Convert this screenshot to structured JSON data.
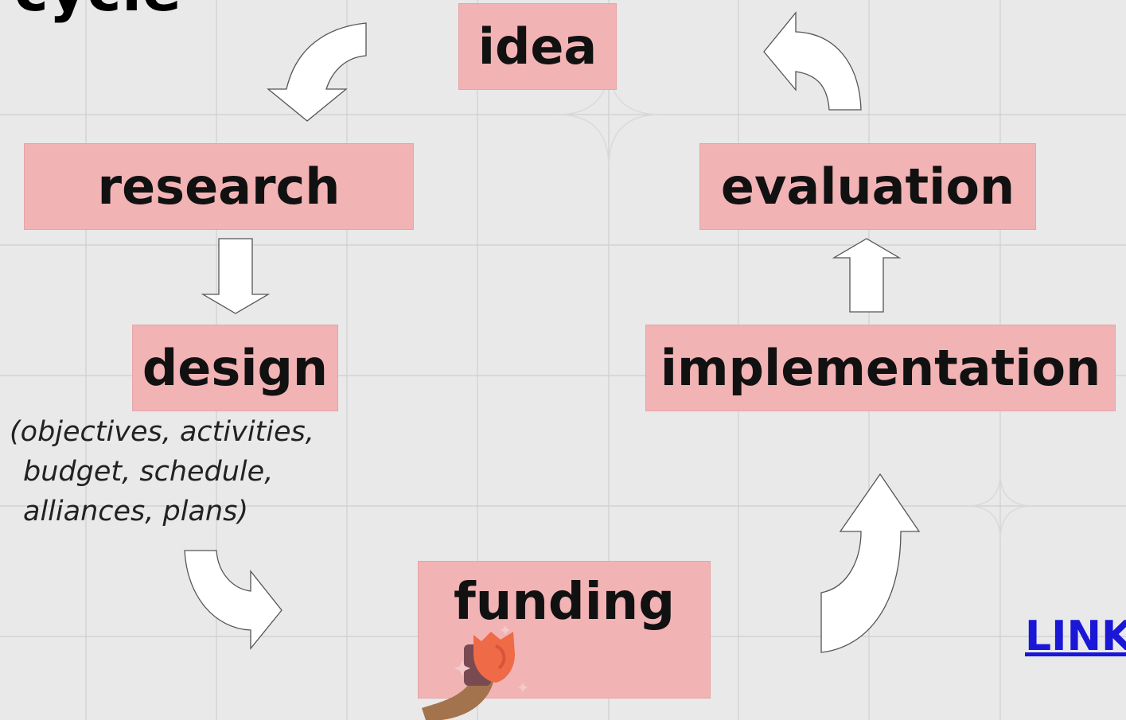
{
  "title": "cycle",
  "nodes": {
    "idea": "idea",
    "research": "research",
    "design": "design",
    "evaluation": "evaluation",
    "implementation": "implementation",
    "funding": "funding"
  },
  "design_note": {
    "line1": "(objectives, activities,",
    "line2": "budget, schedule,",
    "line3": "alliances, plans)"
  },
  "link_label": "LINK",
  "colors": {
    "background": "#e9e9e9",
    "box_fill": "#f2b3b5",
    "arrow_fill": "#ffffff",
    "link": "#1a17d6"
  }
}
